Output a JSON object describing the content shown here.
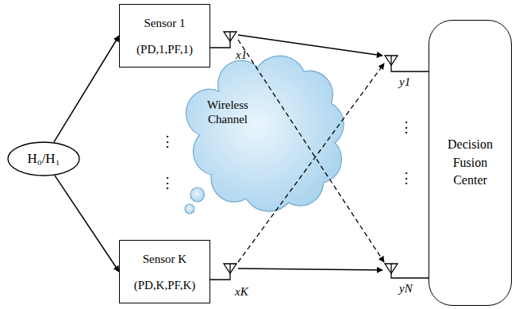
{
  "diagram": {
    "nodes": [
      {
        "text": [
          "H₀/H₁"
        ]
      },
      {
        "text": [
          "Sensor 1",
          "(PD,1,PF,1)"
        ]
      },
      {
        "text": [
          "Wireless Channel"
        ]
      },
      {
        "text": [
          "Sensor K",
          "(PD,K,PF,K)"
        ]
      },
      {
        "text": [
          "Decision Fusion Center"
        ]
      }
    ],
    "edges": [
      {
        "from": 0,
        "to": 1,
        "arrow": "to"
      },
      {
        "from": 0,
        "to": 3,
        "arrow": "to"
      }
    ],
    "labels": [
      "x1",
      "y1",
      "xK",
      "yN",
      "⋮",
      "⋮",
      "⋮",
      "⋮"
    ]
  }
}
